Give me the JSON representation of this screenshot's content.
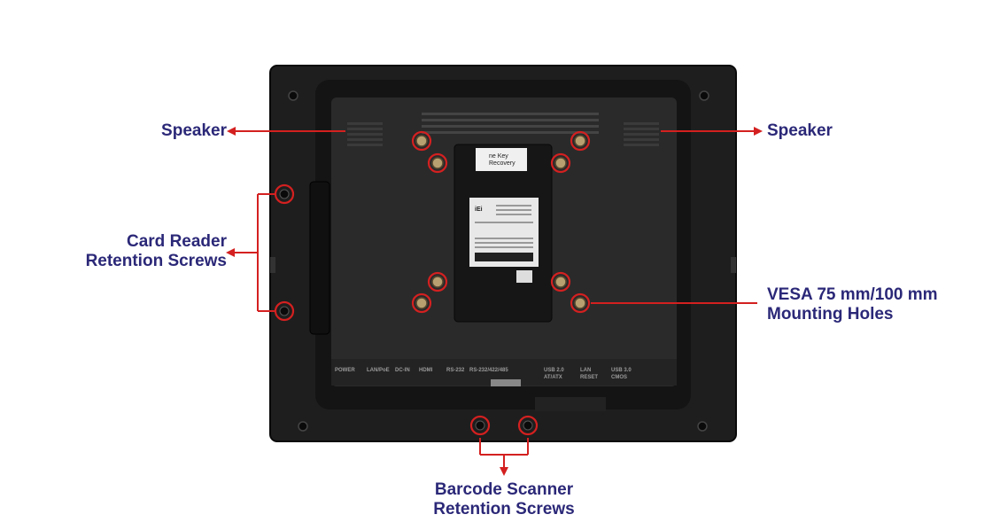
{
  "callouts": {
    "speaker_left": "Speaker",
    "speaker_right": "Speaker",
    "card_reader": [
      "Card Reader",
      "Retention Screws"
    ],
    "vesa": [
      "VESA 75 mm/100 mm",
      "Mounting Holes"
    ],
    "barcode": [
      "Barcode Scanner",
      "Retention Screws"
    ]
  },
  "ports": [
    "POWER",
    "LAN/PoE",
    "DC-IN",
    "HDMI",
    "RS-232",
    "RS-232/422/485",
    "USB 2.0",
    "LAN",
    "USB 3.0"
  ],
  "port_sublabels": [
    "AT/ATX",
    "RESET",
    "CMOS"
  ],
  "sticker": {
    "line1": "ne Key",
    "line2": "Recovery",
    "brand": "iEi"
  },
  "colors": {
    "callout_text": "#2b2878",
    "callout_line": "#d42020",
    "device_body": "#1c1c1c",
    "panel": "#111111"
  }
}
